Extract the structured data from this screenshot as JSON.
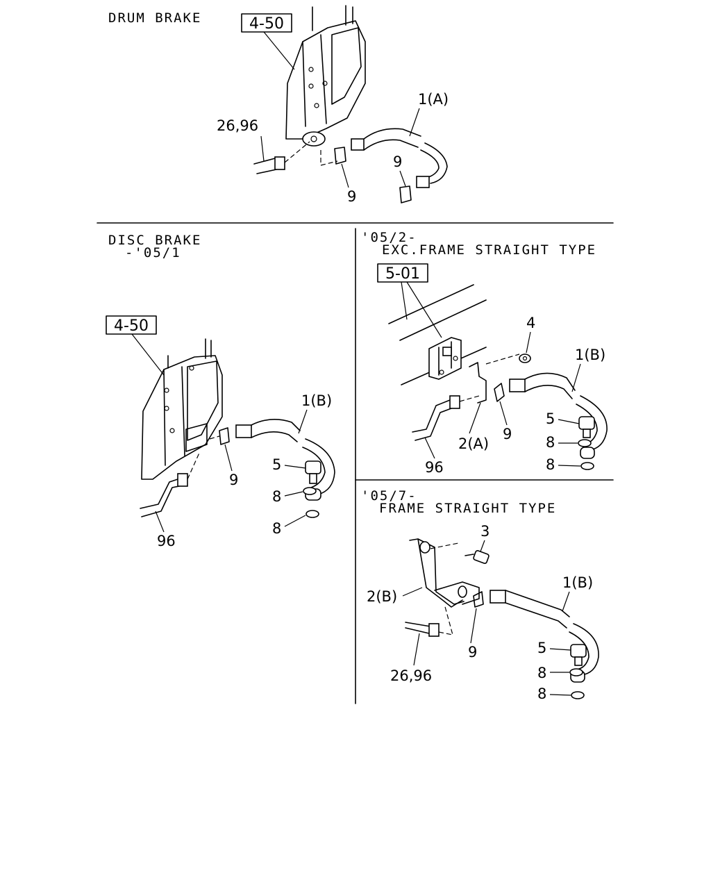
{
  "sections": {
    "drum": {
      "title": "DRUM BRAKE",
      "ref_box": "4-50"
    },
    "disc": {
      "title_line1": "DISC BRAKE",
      "title_line2": "-'05/1",
      "ref_box": "4-50"
    },
    "exc_frame": {
      "title_line1": "'05/2-",
      "title_line2": "EXC.FRAME STRAIGHT TYPE",
      "ref_box": "5-01"
    },
    "frame": {
      "title_line1": "'05/7-",
      "title_line2": "FRAME STRAIGHT TYPE"
    }
  },
  "callouts": {
    "drum": {
      "hose": "1(A)",
      "clip_top": "9",
      "clip_bottom": "9",
      "pipe": "26,96"
    },
    "disc": {
      "hose": "1(B)",
      "clip": "9",
      "bolt": "5",
      "washer_upper": "8",
      "washer_lower": "8",
      "pipe": "96"
    },
    "exc_frame": {
      "nut": "4",
      "hose": "1(B)",
      "bolt": "5",
      "washer_upper": "8",
      "washer_lower": "8",
      "clip": "9",
      "bracket": "2(A)",
      "pipe": "96"
    },
    "frame": {
      "bolt_top": "3",
      "hose": "1(B)",
      "bracket": "2(B)",
      "clip": "9",
      "bolt": "5",
      "washer_upper": "8",
      "washer_lower": "8",
      "pipe": "26,96"
    }
  }
}
